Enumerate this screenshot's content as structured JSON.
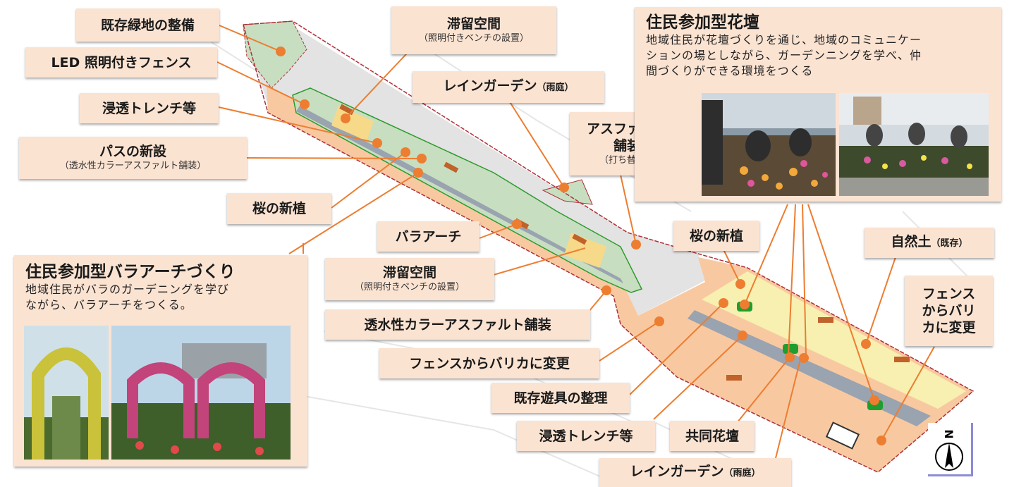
{
  "labels": {
    "kison_ryokuchi": "既存緑地の整備",
    "led_fence": "LED 照明付きフェンス",
    "shinto_trench_1": "浸透トレンチ等",
    "path_new": "パスの新設",
    "path_new_sub": "（透水性カラーアスファルト舗装）",
    "sakura_1": "桜の新植",
    "tairyu_1": "滞留空間",
    "tairyu_1_sub": "（照明付きベンチの設置）",
    "rain_garden_1": "レインガーデン",
    "rain_garden_1_suffix": "（雨庭）",
    "asphalt_line1": "アスファルト",
    "asphalt_line2": "舗装",
    "asphalt_sub": "（打ち替え）",
    "rose_arch": "バラアーチ",
    "tairyu_2": "滞留空間",
    "tairyu_2_sub": "（照明付きベンチの設置）",
    "color_asphalt": "透水性カラーアスファルト舗装",
    "fence_barika_1": "フェンスからバリカに変更",
    "kison_yugu": "既存遊具の整理",
    "shinto_trench_2": "浸透トレンチ等",
    "kyodo_kadan": "共同花壇",
    "rain_garden_2": "レインガーデン",
    "rain_garden_2_suffix": "（雨庭）",
    "sakura_2": "桜の新植",
    "shizendo": "自然土",
    "shizendo_suffix": "（既存）",
    "fence_barika_2_l1": "フェンス",
    "fence_barika_2_l2": "からバリ",
    "fence_barika_2_l3": "カに変更"
  },
  "panels": {
    "flower_bed": {
      "title": "住民参加型花壇",
      "desc_l1": "地域住民が花壇づくりを通じ、地域のコミュニケー",
      "desc_l2": "ションの場としながら、ガーデンニングを学べ、仲",
      "desc_l3": "間づくりができる環境をつくる"
    },
    "rose_arch": {
      "title": "住民参加型バラアーチづくり",
      "desc_l1": "地域住民がバラのガーデニングを学び",
      "desc_l2": "ながら、バラアーチをつくる。"
    }
  },
  "compass": {
    "label": "N"
  },
  "colors": {
    "label_bg": "#fbe3d2",
    "leader": "#ed7d31",
    "green_area": "#c7dfc0",
    "path_orange": "#f8c9a0",
    "plaza_yellow": "#f7f0b0",
    "boundary": "#b0303a"
  }
}
